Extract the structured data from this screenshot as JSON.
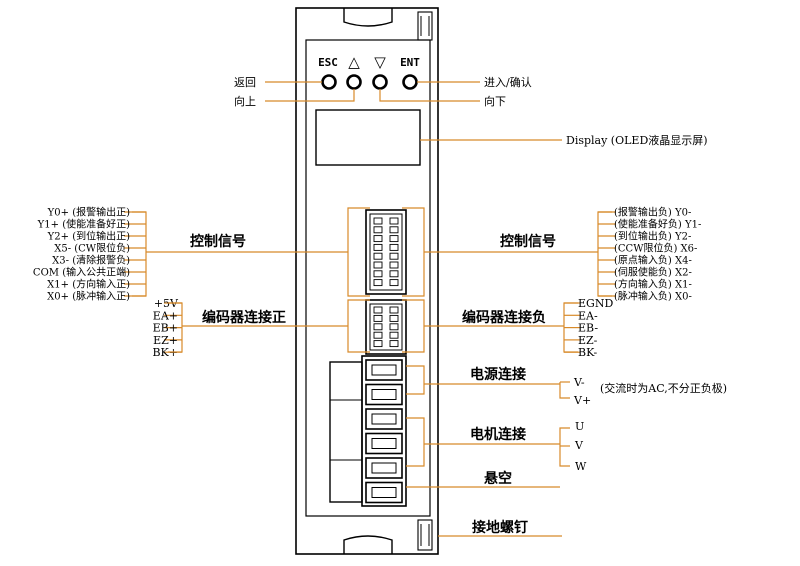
{
  "buttons": {
    "esc": "ESC",
    "up": "△",
    "down": "▽",
    "ent": "ENT"
  },
  "button_labels": {
    "back": "返回",
    "up": "向上",
    "down": "向下",
    "enter": "进入/确认"
  },
  "display_label": "Display (OLED液晶显示屏)",
  "control_signal_left_title": "控制信号",
  "control_signal_right_title": "控制信号",
  "control_signals_left": [
    "Y0+ (报警输出正)",
    "Y1+ (使能准备好正)",
    "Y2+ (到位输出正)",
    "X5- (CW限位负)",
    "X3- (清除报警负)",
    "COM (输入公共正端)",
    "X1+ (方向输入正)",
    "X0+ (脉冲输入正)"
  ],
  "control_signals_right": [
    "(报警输出负) Y0-",
    "(使能准备好负) Y1-",
    "(到位输出负) Y2-",
    "(CCW限位负) X6-",
    "(原点输入负) X4-",
    "(伺服使能负) X2-",
    "(方向输入负) X1-",
    "(脉冲输入负) X0-"
  ],
  "encoder_left_title": "编码器连接正",
  "encoder_right_title": "编码器连接负",
  "encoder_left": [
    "+5V",
    "EA+",
    "EB+",
    "EZ+",
    "BK+"
  ],
  "encoder_right": [
    "EGND",
    "EA-",
    "EB-",
    "EZ-",
    "BK-"
  ],
  "power_title": "电源连接",
  "power_pins": [
    "V-",
    "V+"
  ],
  "power_note": "(交流时为AC,不分正负极)",
  "motor_title": "电机连接",
  "motor_pins": [
    "U",
    "V",
    "W"
  ],
  "floating_label": "悬空",
  "ground_label": "接地螺钉",
  "colors": {
    "leader": "#d88a2a",
    "device_outline": "#000000"
  }
}
